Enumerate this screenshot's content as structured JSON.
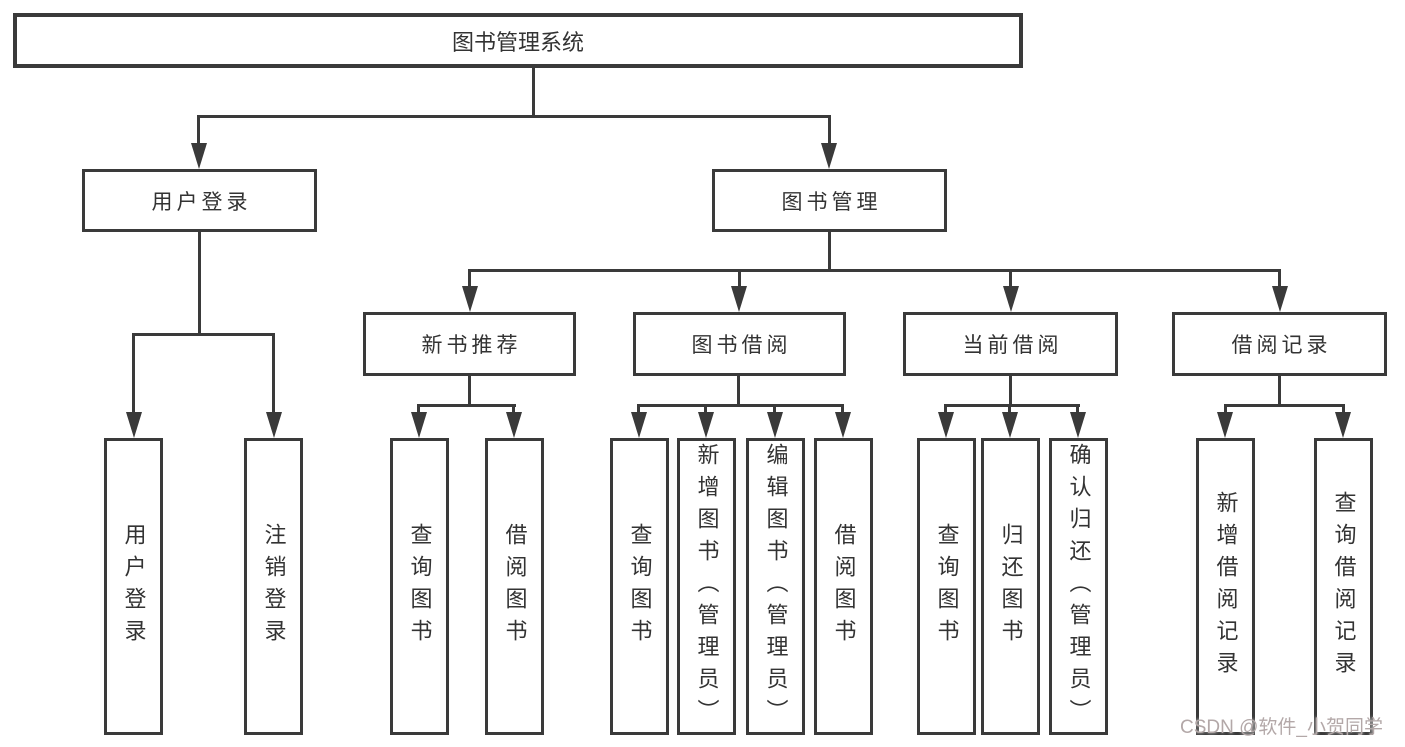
{
  "diagram": {
    "root": {
      "label": "图书管理系统"
    },
    "branches": [
      {
        "label": "用户登录",
        "children": [
          {
            "label": "用户登录"
          },
          {
            "label": "注销登录"
          }
        ]
      },
      {
        "label": "图书管理",
        "children": [
          {
            "label": "新书推荐",
            "children": [
              {
                "label": "查询图书"
              },
              {
                "label": "借阅图书"
              }
            ]
          },
          {
            "label": "图书借阅",
            "children": [
              {
                "label": "查询图书"
              },
              {
                "label": "新增图书（管理员）"
              },
              {
                "label": "编辑图书（管理员）"
              },
              {
                "label": "借阅图书"
              }
            ]
          },
          {
            "label": "当前借阅",
            "children": [
              {
                "label": "查询图书"
              },
              {
                "label": "归还图书"
              },
              {
                "label": "确认归还（管理员）"
              }
            ]
          },
          {
            "label": "借阅记录",
            "children": [
              {
                "label": "新增借阅记录"
              },
              {
                "label": "查询借阅记录"
              }
            ]
          }
        ]
      }
    ]
  },
  "watermark": {
    "text": "CSDN @软件_小贺同学"
  },
  "colors": {
    "line": "#3a3a3a",
    "text": "#333333",
    "watermark": "#b3a8a8",
    "background": "#ffffff"
  }
}
